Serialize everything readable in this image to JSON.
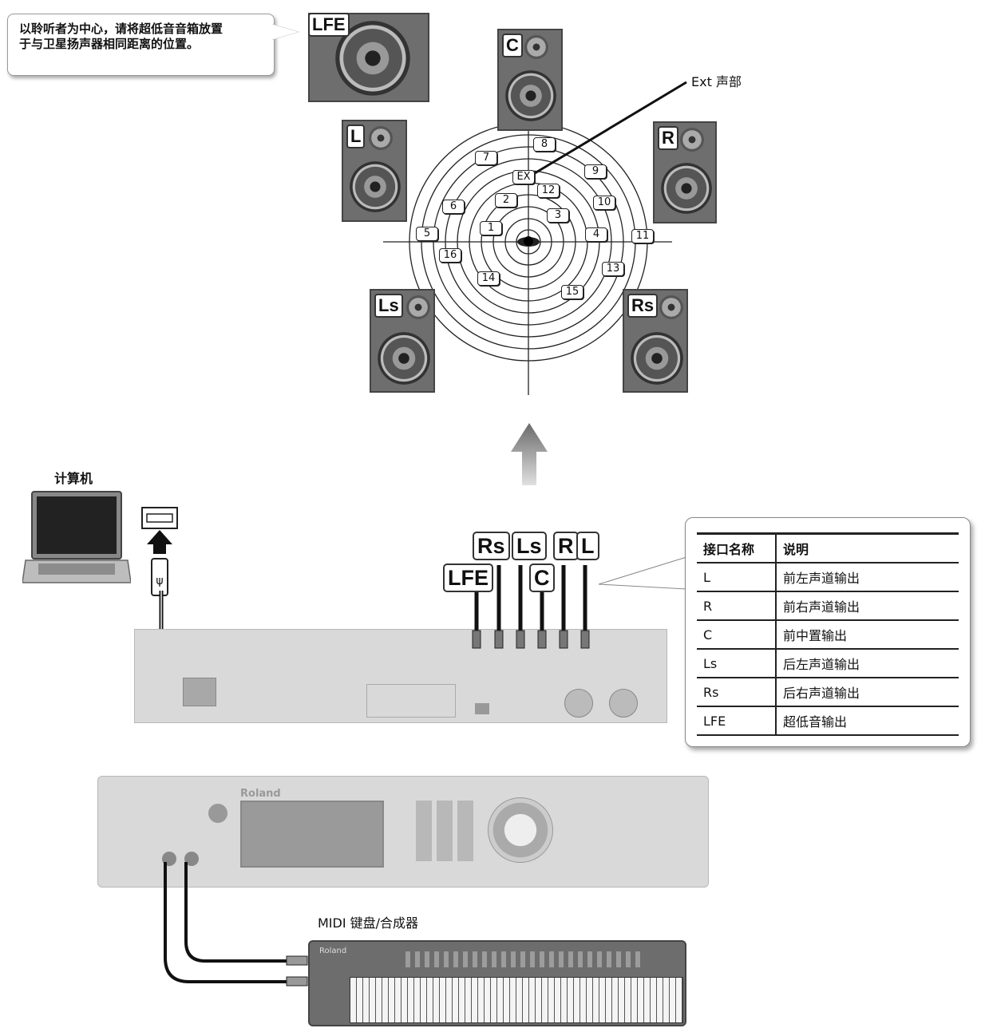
{
  "callout": {
    "text_line1": "以聆听者为中心，请将超低音音箱放置",
    "text_line2": "于与卫星扬声器相同距离的位置。"
  },
  "speakers": {
    "lfe": "LFE",
    "c": "C",
    "l": "L",
    "r": "R",
    "ls": "Ls",
    "rs": "Rs"
  },
  "ext_label": "Ext 声部",
  "zones": [
    "1",
    "2",
    "3",
    "4",
    "5",
    "6",
    "7",
    "8",
    "9",
    "10",
    "11",
    "12",
    "13",
    "14",
    "15",
    "16",
    "EX"
  ],
  "computer_label": "计算机",
  "midi_label": "MIDI 键盘/合成器",
  "jacks": {
    "rs": "Rs",
    "ls": "Ls",
    "r": "R",
    "l": "L",
    "lfe": "LFE",
    "c": "C"
  },
  "table": {
    "header": {
      "name": "接口名称",
      "desc": "说明"
    },
    "rows": [
      {
        "name": "L",
        "desc": "前左声道输出"
      },
      {
        "name": "R",
        "desc": "前右声道输出"
      },
      {
        "name": "C",
        "desc": "前中置输出"
      },
      {
        "name": "Ls",
        "desc": "后左声道输出"
      },
      {
        "name": "Rs",
        "desc": "后右声道输出"
      },
      {
        "name": "LFE",
        "desc": "超低音输出"
      }
    ]
  },
  "device_brand": "Roland",
  "keyboard_brand": "Roland"
}
